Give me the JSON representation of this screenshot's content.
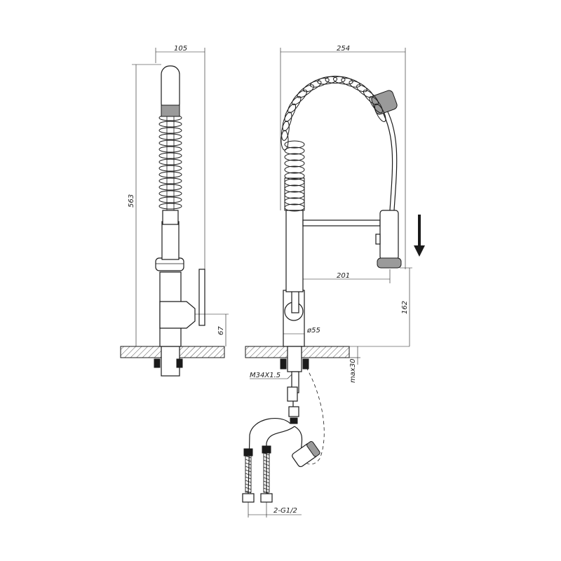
{
  "dimensions": {
    "side_width": "105",
    "side_height": "563",
    "side_base": "67",
    "front_width": "254",
    "spout_reach": "201",
    "spout_height": "162",
    "body_diameter": "ø55",
    "thread": "M34X1.5",
    "counter_max": "max30",
    "hose_connection": "2-G1/2"
  }
}
